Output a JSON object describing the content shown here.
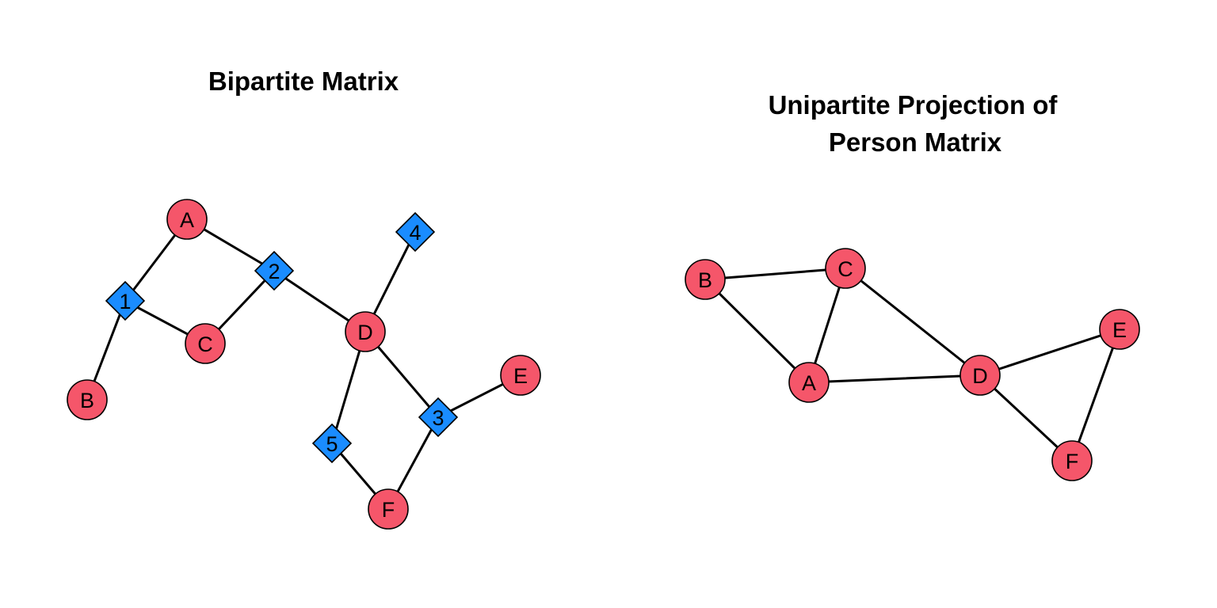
{
  "colors": {
    "person": "#F5566A",
    "event": "#1A8CFF",
    "edge": "#000000"
  },
  "bipartite": {
    "title": "Bipartite Matrix",
    "people": [
      "A",
      "B",
      "C",
      "D",
      "E",
      "F"
    ],
    "events": [
      "1",
      "2",
      "3",
      "4",
      "5"
    ],
    "edges": [
      [
        "A",
        "1"
      ],
      [
        "A",
        "2"
      ],
      [
        "B",
        "1"
      ],
      [
        "C",
        "1"
      ],
      [
        "C",
        "2"
      ],
      [
        "D",
        "2"
      ],
      [
        "D",
        "4"
      ],
      [
        "D",
        "3"
      ],
      [
        "D",
        "5"
      ],
      [
        "E",
        "3"
      ],
      [
        "F",
        "3"
      ],
      [
        "F",
        "5"
      ]
    ]
  },
  "unipartite": {
    "title_line1": "Unipartite Projection of",
    "title_line2": "Person Matrix",
    "people": [
      "A",
      "B",
      "C",
      "D",
      "E",
      "F"
    ],
    "edges": [
      [
        "B",
        "C"
      ],
      [
        "B",
        "A"
      ],
      [
        "C",
        "A"
      ],
      [
        "C",
        "D"
      ],
      [
        "A",
        "D"
      ],
      [
        "D",
        "E"
      ],
      [
        "D",
        "F"
      ],
      [
        "E",
        "F"
      ]
    ]
  }
}
